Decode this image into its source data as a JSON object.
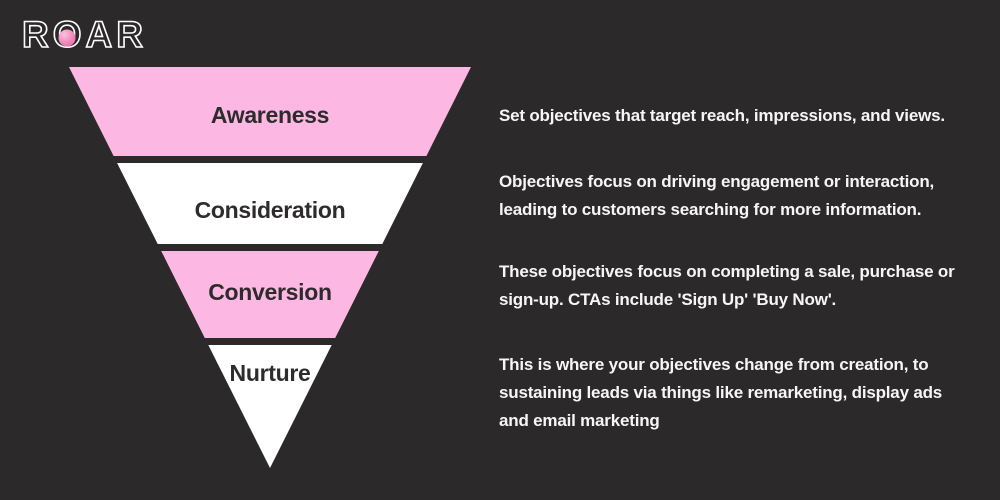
{
  "colors": {
    "background": "#2b2929",
    "funnel_pink": "#fcb7e2",
    "funnel_white": "#ffffff",
    "label_text": "#2e2b2c",
    "description_text": "#f7f5f5",
    "logo_outline": "#ffffff",
    "logo_dot": "#f07fb5"
  },
  "logo": {
    "text": "ROAR",
    "letters": [
      "R",
      "O",
      "A",
      "R"
    ],
    "dot_icon": "pink-circle"
  },
  "funnel": {
    "label_color": "#2e2b2c",
    "levels": [
      {
        "label": "Awareness",
        "fill": "#fcb7e2",
        "description": "Set objectives that target reach, impressions, and views.",
        "description_lines": [
          "Set objectives that target reach, impressions, and views."
        ]
      },
      {
        "label": "Consideration",
        "fill": "#ffffff",
        "description": "Objectives focus on driving engagement or interaction, leading to customers searching for more information.",
        "description_lines": [
          "Objectives focus on driving engagement or interaction,",
          "leading to customers searching for more information."
        ]
      },
      {
        "label": "Conversion",
        "fill": "#fcb7e2",
        "description": "These objectives focus on completing a sale, purchase or sign-up. CTAs include 'Sign Up' 'Buy Now'.",
        "description_lines": [
          "These objectives focus on completing a sale, purchase or",
          "sign-up. CTAs include 'Sign Up' 'Buy Now'."
        ]
      },
      {
        "label": "Nurture",
        "fill": "#ffffff",
        "description": "This is where your objectives change from creation, to sustaining leads via things like remarketing, display ads and email marketing",
        "description_lines": [
          "This is where your objectives change from creation, to",
          "sustaining leads via things like remarketing, display ads",
          "and email marketing"
        ]
      }
    ]
  }
}
